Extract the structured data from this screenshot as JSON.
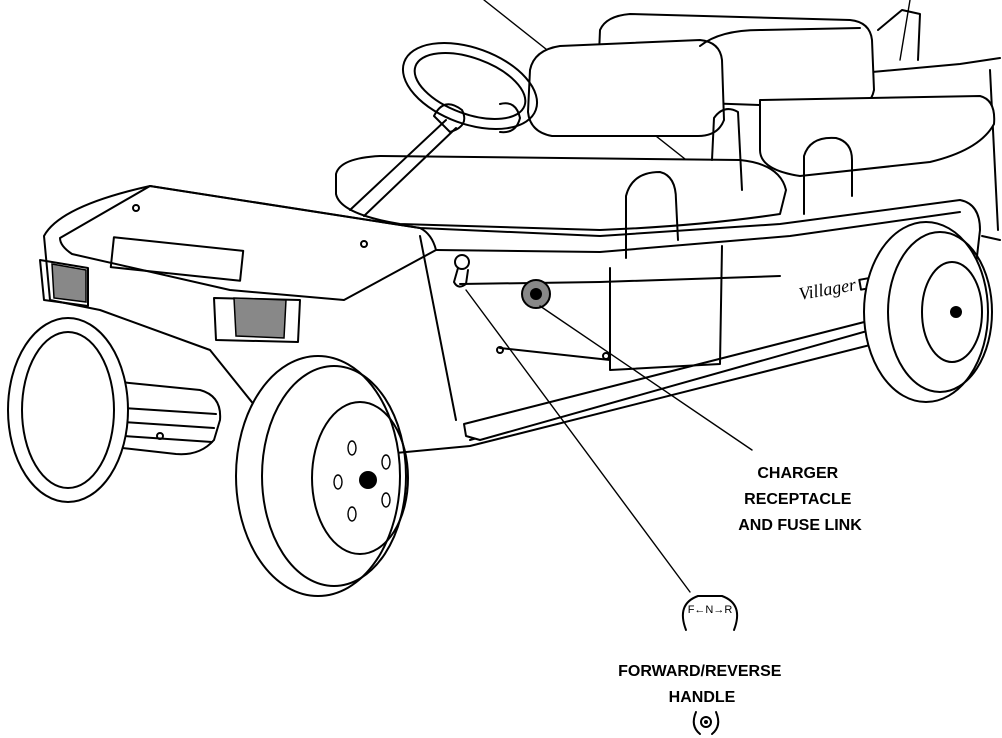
{
  "labels": {
    "charger": [
      "CHARGER",
      "RECEPTACLE",
      "AND FUSE LINK"
    ],
    "forward_reverse": [
      "FORWARD/REVERSE",
      "HANDLE"
    ]
  },
  "brand_badge": "Villager",
  "knob_text": "F←N→R"
}
